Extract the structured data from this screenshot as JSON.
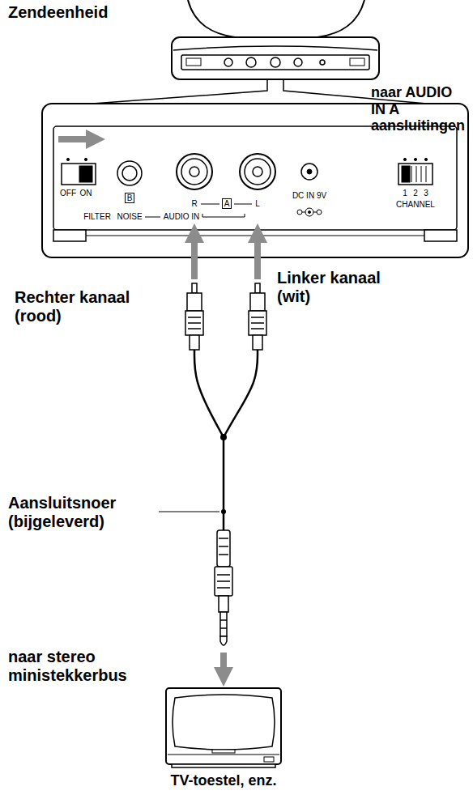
{
  "diagram": {
    "labels": [
      "Zendeenheid",
      "naar AUDIO IN A aansluitingen",
      "OFF",
      "ON",
      "B",
      "FILTER",
      "NOISE",
      "R",
      "A",
      "L",
      "AUDIO IN",
      "DC IN 9V",
      "1",
      "2",
      "3",
      "CHANNEL",
      "Rechter kanaal (rood)",
      "Linker kanaal (wit)",
      "Aansluitsnoer (bijgeleverd)",
      "naar stereo ministekkerbus",
      "TV-toestel, enz."
    ]
  }
}
